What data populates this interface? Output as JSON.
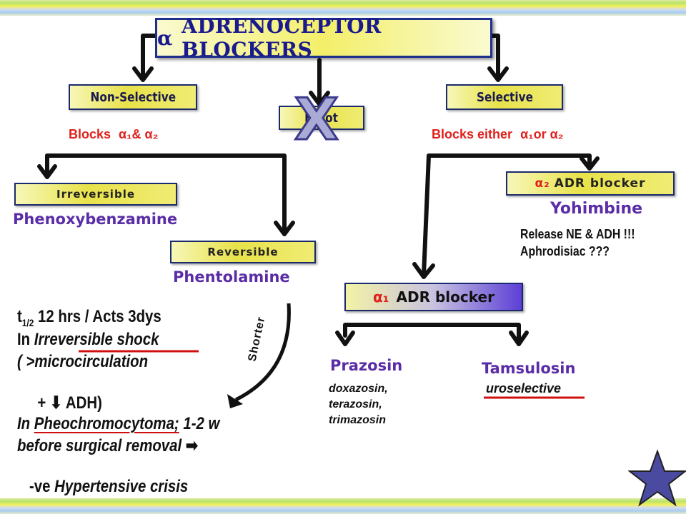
{
  "title": {
    "symbol": "α",
    "text": "ADRENOCEPTOR BLOCKERS"
  },
  "categories": {
    "non_selective": {
      "label": "Non-Selective",
      "blocks_text": "Blocks",
      "blocks_symbols": "α₁& α₂"
    },
    "ergot": {
      "label": "Ergot",
      "mark": "X"
    },
    "selective": {
      "label": "Selective",
      "blocks_text": "Blocks either",
      "blocks_symbols": "α₁or α₂"
    }
  },
  "non_selective": {
    "irreversible": {
      "label": "Irreversible",
      "drug": "Phenoxybenzamine"
    },
    "reversible": {
      "label": "Reversible",
      "drug": "Phentolamine"
    },
    "shorter_label": "Shorter",
    "notes": {
      "line1_t": "t",
      "line1_sub": "1/2",
      "line1_rest": " 12 hrs / Acts  3dys",
      "line2_prefix": "In ",
      "line2_italic": "Irreversible shock",
      "line3": "( >microcirculation",
      "line4_prefix": "   + ",
      "line4_arrow": "⬇",
      "line4_rest": " ADH)",
      "line5_prefix": "In ",
      "line5_underlined": "Pheochromocytoma;",
      "line5_rest": " 1-2 w",
      "line6": "before surgical removal",
      "line6_arrow": "➡",
      "line7_prefix": " -ve ",
      "line7_italic": "Hypertensive crisis"
    }
  },
  "selective": {
    "alpha2": {
      "symbol": "α₂",
      "label": "ADR blocker",
      "drug": "Yohimbine",
      "note1": "Release NE & ADH !!!",
      "note2": "Aphrodisiac ???"
    },
    "alpha1": {
      "symbol": "α₁",
      "label": "ADR blocker"
    },
    "prazosin": {
      "name": "Prazosin",
      "others": [
        "doxazosin,",
        "terazosin,",
        "trimazosin"
      ]
    },
    "tamsulosin": {
      "name": "Tamsulosin",
      "note": "uroselective"
    }
  },
  "colors": {
    "title_text": "#1a1a8e",
    "red_text": "#e0201c",
    "drug_text": "#5a2ca6",
    "box_border": "#1a2a6c",
    "star": "#4a4aa0"
  },
  "icons": [
    "star-icon",
    "x-mark-icon",
    "down-arrow-icon",
    "right-arrow-icon"
  ]
}
